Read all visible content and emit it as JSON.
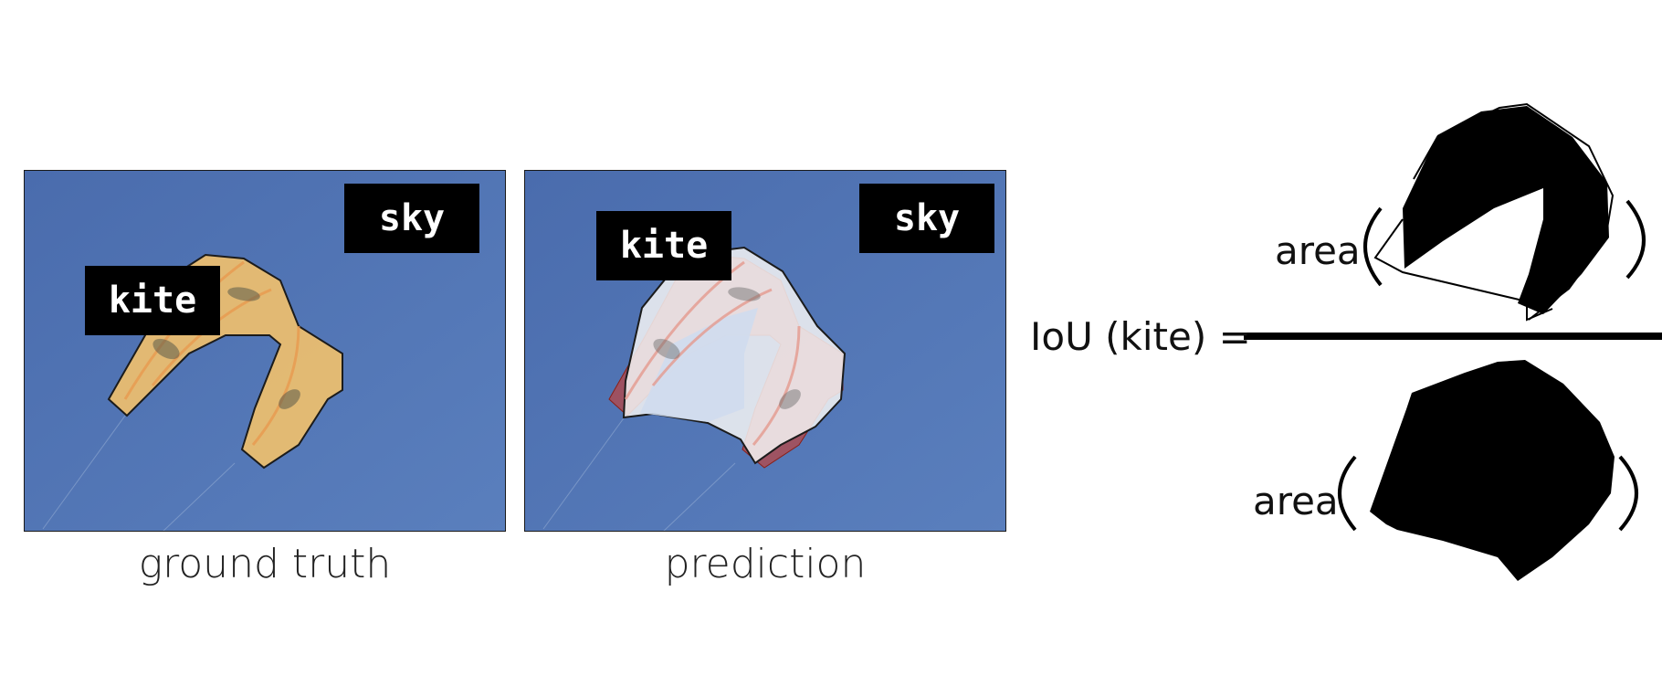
{
  "panels": [
    {
      "caption": "ground truth",
      "labels": {
        "kite": "kite",
        "sky": "sky"
      }
    },
    {
      "caption": "prediction",
      "labels": {
        "kite": "kite",
        "sky": "sky"
      }
    }
  ],
  "formula": {
    "lhs": "IoU (kite) =",
    "numerator_label": "area",
    "denominator_label": "area"
  },
  "colors": {
    "sky": "#4f73b1",
    "gt_mask": "#f2c16b",
    "pred_mask": "#f4f4f4",
    "kite_red": "#d13a2a"
  }
}
